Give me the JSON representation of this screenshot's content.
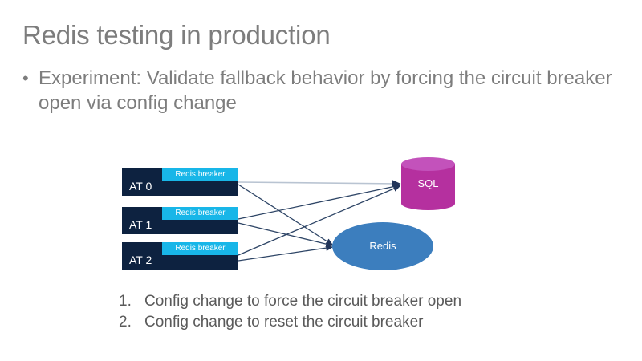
{
  "slide": {
    "title": "Redis testing in production",
    "bullets": [
      {
        "marker": "•",
        "text": "Experiment: Validate fallback behavior by forcing the circuit breaker open via config change"
      }
    ],
    "steps": [
      {
        "marker": "1.",
        "text": "Config change to force the circuit breaker open"
      },
      {
        "marker": "2.",
        "text": "Config change to reset the circuit breaker"
      }
    ]
  },
  "diagram": {
    "app_tiers": [
      {
        "label": "AT 0",
        "breaker_label": "Redis breaker"
      },
      {
        "label": "AT 1",
        "breaker_label": "Redis breaker"
      },
      {
        "label": "AT 2",
        "breaker_label": "Redis breaker"
      }
    ],
    "datastores": {
      "sql": {
        "label": "SQL",
        "shape": "cylinder"
      },
      "redis": {
        "label": "Redis",
        "shape": "ellipse"
      }
    }
  },
  "colors": {
    "title_gray": "#7d7d7d",
    "body_gray": "#7d7d7d",
    "list_gray": "#5a5a5a",
    "node_navy": "#0d2240",
    "breaker_cyan": "#18b6e8",
    "sql_magenta": "#b5309f",
    "sql_magenta_light": "#c352bb",
    "redis_blue": "#3c7ebe",
    "connector_navy": "#2e4566",
    "connector_light": "#b9c4d2",
    "background": "#ffffff"
  }
}
